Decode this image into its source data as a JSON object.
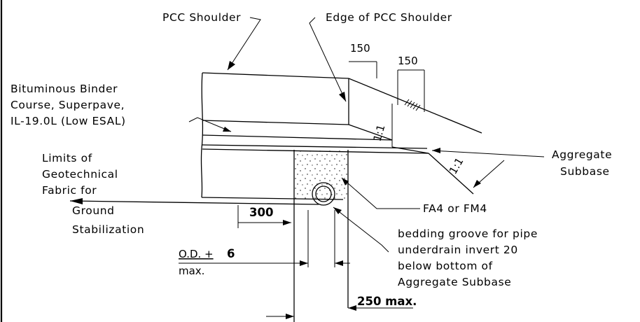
{
  "labels": {
    "pcc_shoulder": "PCC Shoulder",
    "edge_pcc": "Edge of PCC Shoulder",
    "binder_1": "Bituminous Binder",
    "binder_2": "Course, Superpave,",
    "binder_3": "IL-19.0L (Low ESAL)",
    "limits_1": "Limits of",
    "limits_2": "Geotechnical",
    "limits_3": "Fabric for",
    "limits_4": "Ground",
    "limits_5": "Stabilization",
    "agg_1": "Aggregate",
    "agg_2": "Subbase",
    "fa4": "FA4 or FM4",
    "bed_1": "bedding groove for pipe",
    "bed_2": "underdrain invert 20",
    "bed_3": "below bottom of",
    "bed_4": "Aggregate Subbase"
  },
  "dimensions": {
    "d150a": "150",
    "d150b": "150",
    "slope1": "1:1",
    "slope2": "1:1",
    "d300": "300",
    "od_label": "O.D. +",
    "od_value": "6",
    "od_max": "max.",
    "d250": "250 max."
  }
}
